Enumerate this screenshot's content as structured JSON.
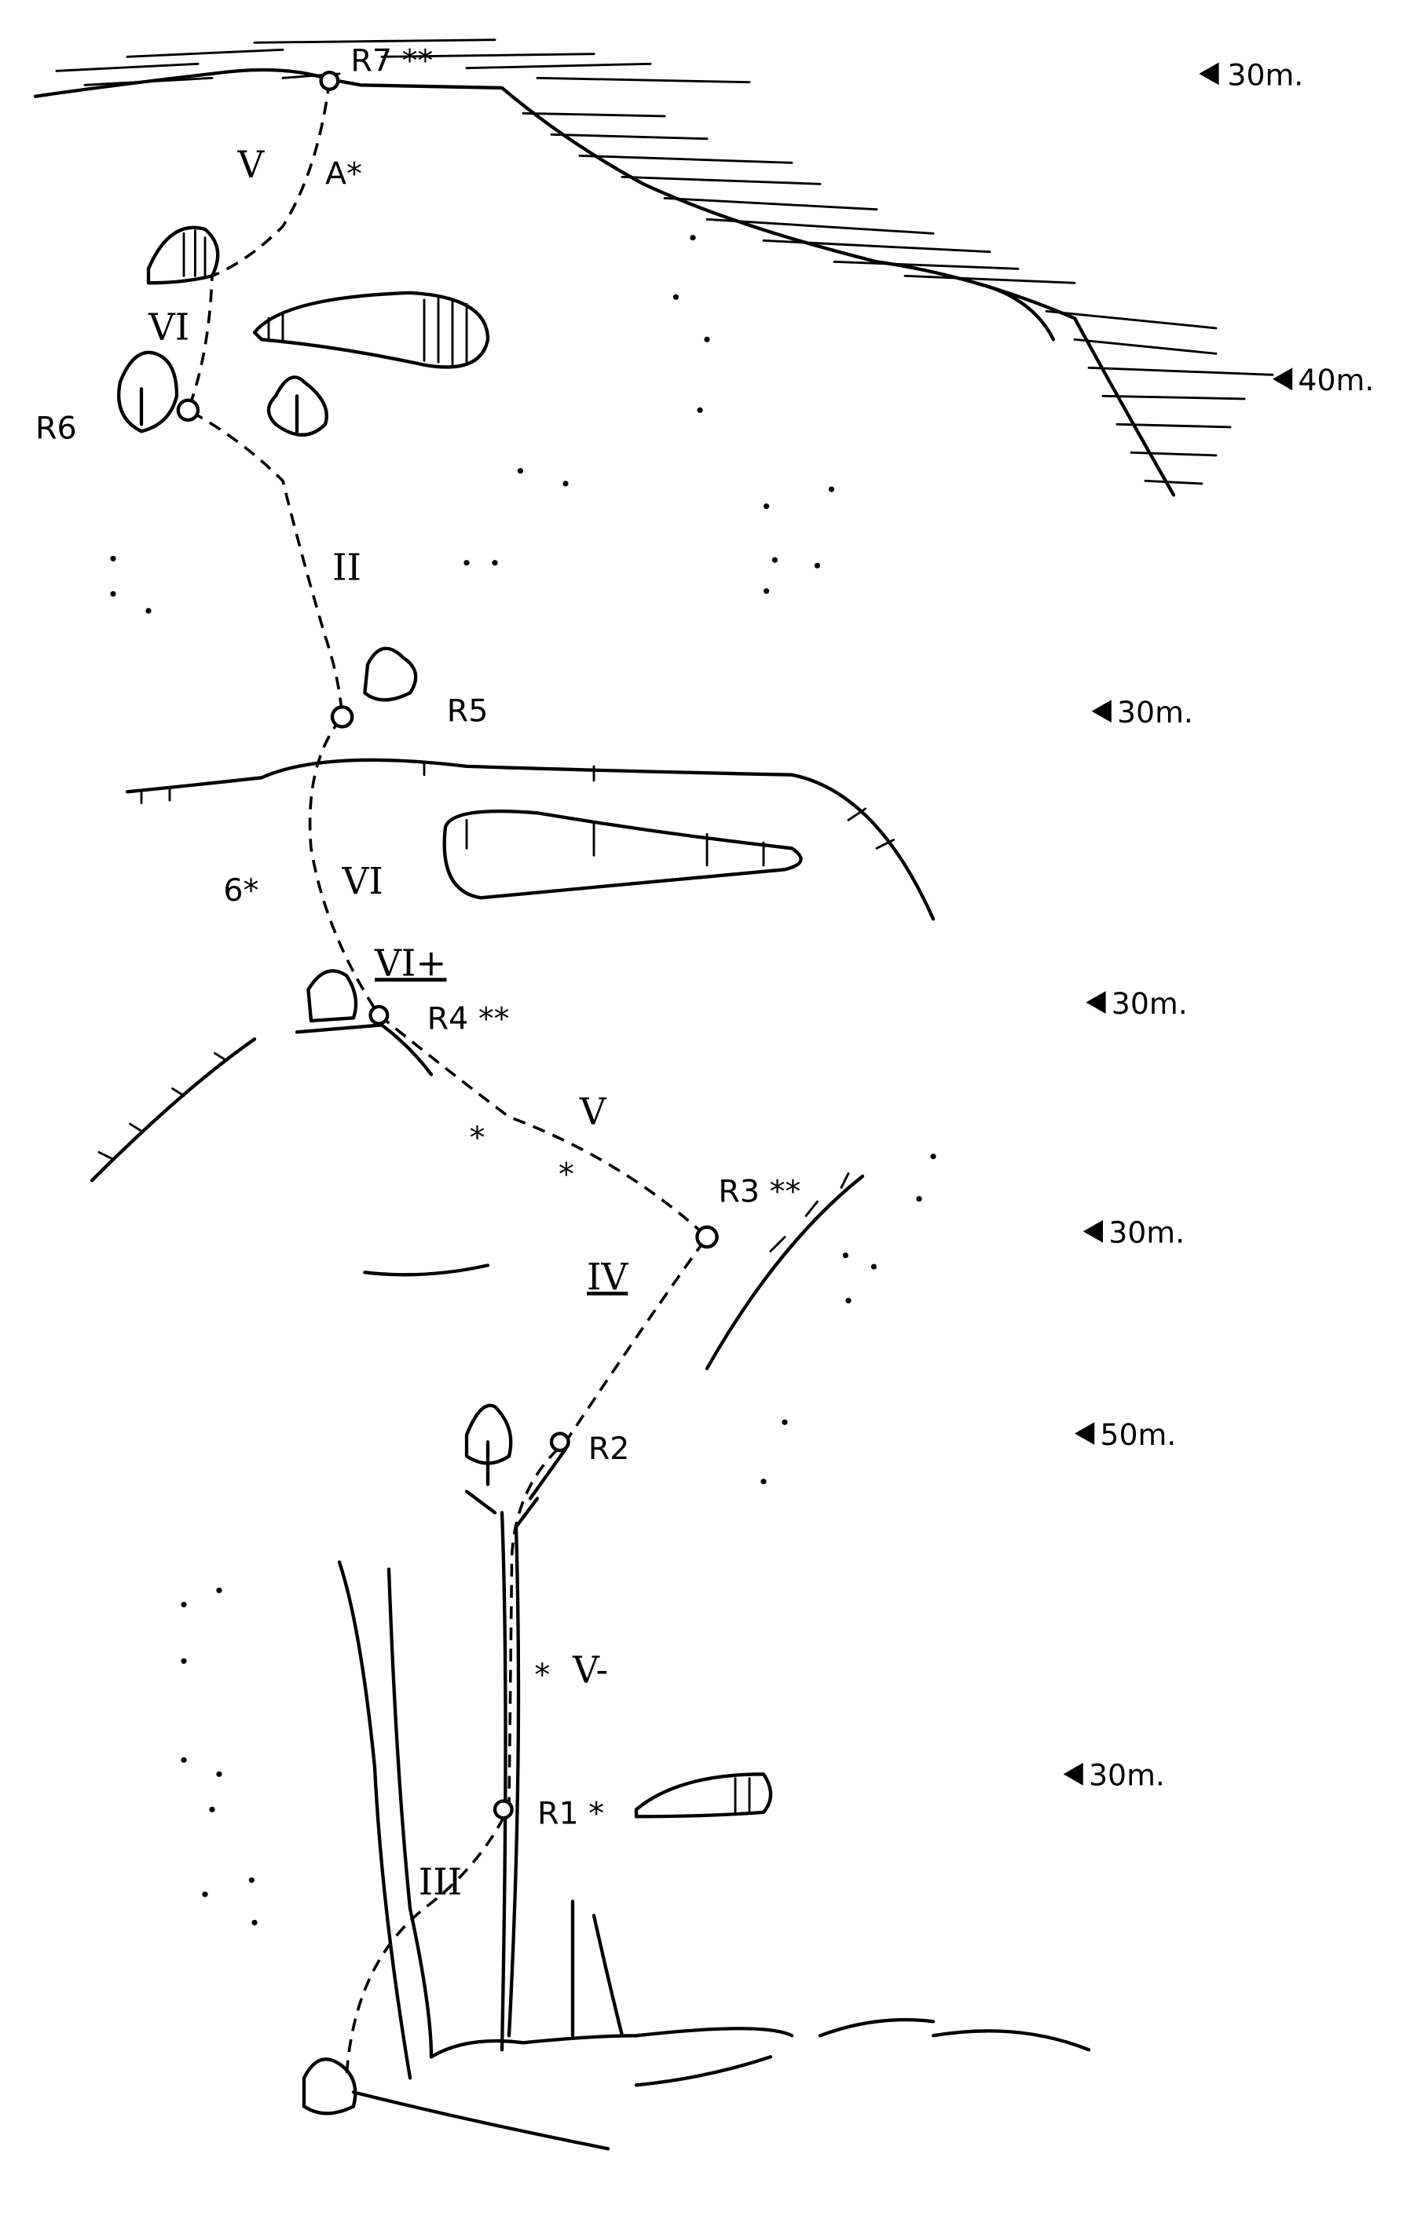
{
  "topo": {
    "belays": [
      {
        "id": "R7",
        "label": "R7 **"
      },
      {
        "id": "R6",
        "label": "R6"
      },
      {
        "id": "R5",
        "label": "R5"
      },
      {
        "id": "R4",
        "label": "R4 **"
      },
      {
        "id": "R3",
        "label": "R3 **"
      },
      {
        "id": "R2",
        "label": "R2"
      },
      {
        "id": "R1",
        "label": "R1 *"
      }
    ],
    "grades": {
      "p7": "V",
      "p7_note": "A*",
      "p6": "VI",
      "p5": "II",
      "p4_note": "6*",
      "p4": "VI",
      "p4_crux": "VI+",
      "p3": "V",
      "p3_star_a": "*",
      "p3_star_b": "*",
      "p2": "IV",
      "p1_star": "*",
      "p1": "V-",
      "p0": "III"
    },
    "pitch_lengths": [
      "30m.",
      "40m.",
      "30m.",
      "30m.",
      "30m.",
      "50m.",
      "30m."
    ]
  }
}
